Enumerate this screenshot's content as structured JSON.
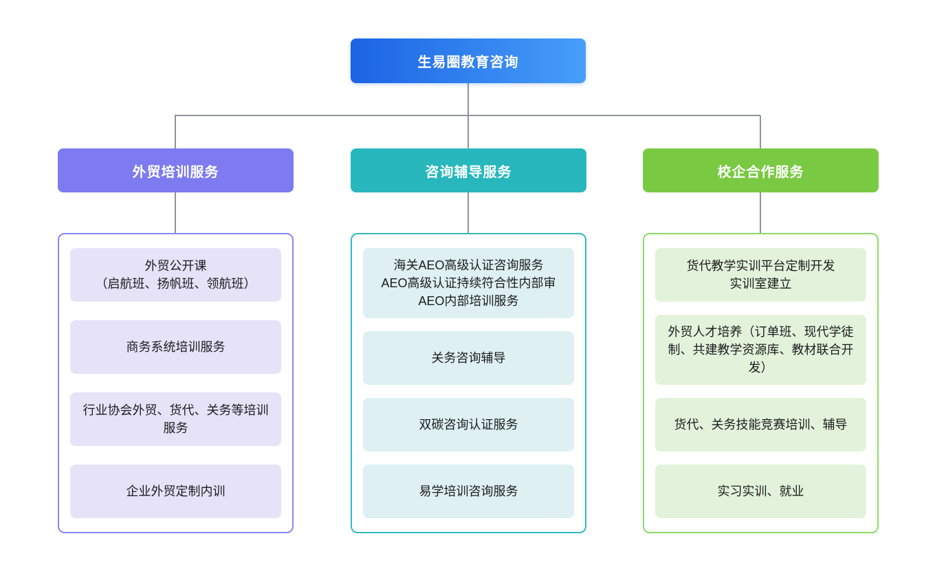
{
  "root": {
    "label": "生易圈教育咨询"
  },
  "branches": [
    {
      "label": "外贸培训服务",
      "items": [
        "外贸公开课\n（启航班、扬帆班、领航班）",
        "商务系统培训服务",
        "行业协会外贸、货代、关务等培训服务",
        "企业外贸定制内训"
      ]
    },
    {
      "label": "咨询辅导服务",
      "items": [
        "海关AEO高级认证咨询服务\nAEO高级认证持续符合性内部审\nAEO内部培训服务",
        "关务咨询辅导",
        "双碳咨询认证服务",
        "易学培训咨询服务"
      ]
    },
    {
      "label": "校企合作服务",
      "items": [
        "货代教学实训平台定制开发\n实训室建立",
        "外贸人才培养（订单班、现代学徒制、共建教学资源库、教材联合开发）",
        "货代、关务技能竞赛培训、辅导",
        "实习实训、就业"
      ]
    }
  ],
  "colors": {
    "root-grad-start": "#1b64e4",
    "root-grad-end": "#479ef9",
    "purple": "#7d7bef",
    "teal": "#27b7bd",
    "green": "#7ac943",
    "purple-border": "#8787f0",
    "teal-border": "#2fbac0",
    "green-border": "#8bdc64",
    "purple-item-bg": "#e6e3f8",
    "teal-item-bg": "#def0f2",
    "green-item-bg": "#e3f3db",
    "connector": "#8e939b",
    "item-text": "#1c1c1e"
  }
}
